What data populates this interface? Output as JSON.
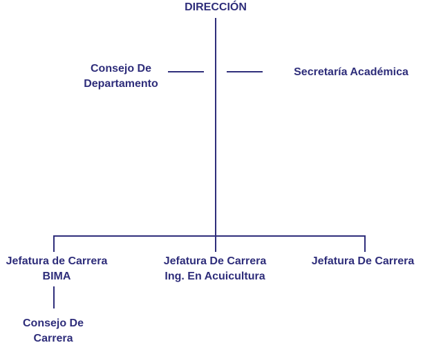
{
  "org_chart": {
    "director": "DIRECCIÓN",
    "council_department": [
      "Consejo De",
      "Departamento"
    ],
    "academic_secretary": "Secretaría Académica",
    "heads": [
      {
        "lines": [
          "Jefatura de Carrera",
          "BIMA"
        ]
      },
      {
        "lines": [
          "Jefatura De Carrera",
          "Ing. En Acuicultura"
        ]
      },
      {
        "lines": [
          "Jefatura De Carrera"
        ]
      }
    ],
    "career_council": [
      "Consejo De",
      "Carrera"
    ],
    "colors": {
      "primary": "#2e2d7a",
      "background": "#ffffff"
    }
  }
}
